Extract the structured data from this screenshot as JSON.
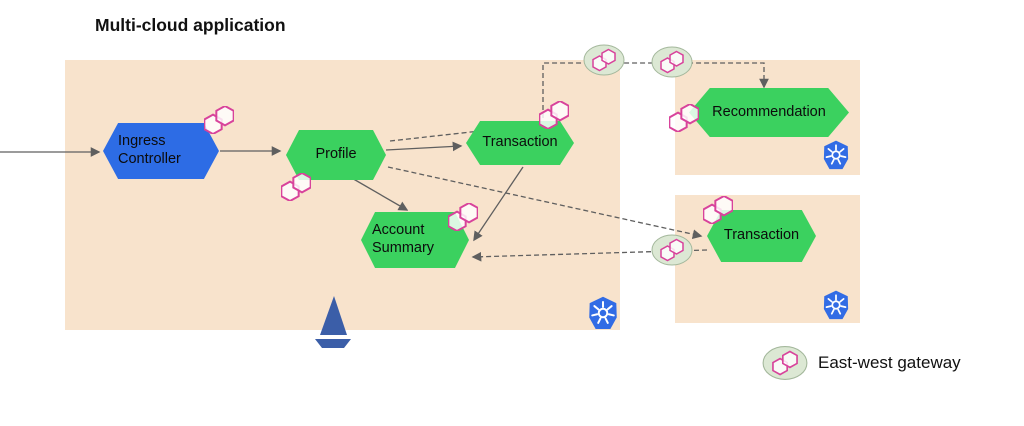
{
  "title": "Multi-cloud application",
  "nodes": {
    "ingress": {
      "label": "Ingress Controller",
      "type": "ingress-controller"
    },
    "profile": {
      "label": "Profile",
      "type": "service"
    },
    "transaction": {
      "label": "Transaction",
      "type": "service"
    },
    "account": {
      "label": "Account Summary",
      "type": "service"
    },
    "recommendation": {
      "label": "Recommendation",
      "type": "service"
    },
    "remote_tx": {
      "label": "Transaction",
      "type": "service"
    }
  },
  "legend": {
    "gateway_label": "East-west gateway"
  },
  "edges": [
    {
      "from": "external",
      "to": "ingress",
      "style": "solid"
    },
    {
      "from": "ingress",
      "to": "profile",
      "style": "solid"
    },
    {
      "from": "profile",
      "to": "transaction",
      "style": "solid"
    },
    {
      "from": "profile",
      "to": "account",
      "style": "solid"
    },
    {
      "from": "transaction",
      "to": "account",
      "style": "solid"
    },
    {
      "from": "profile",
      "to": "recommendation",
      "style": "dashed",
      "via": "east-west gateways"
    },
    {
      "from": "profile",
      "to": "remote_tx",
      "style": "dashed"
    },
    {
      "from": "remote_tx",
      "to": "account",
      "style": "dashed",
      "via": "east-west gateway"
    }
  ],
  "icons": {
    "sidecar": "istio-sidecar-proxy-icon",
    "gateway": "east-west-gateway-icon",
    "kubernetes": "kubernetes-icon",
    "istio": "istio-sailboat-icon"
  },
  "colors": {
    "cluster_bg": "#f8e3cc",
    "node_green": "#3bd15f",
    "node_blue": "#2d6ce5",
    "istio_pink": "#d8439b",
    "gateway_bg": "#dce8d4",
    "k8s_blue": "#326ce5",
    "istio_blue": "#3b5ea8"
  }
}
